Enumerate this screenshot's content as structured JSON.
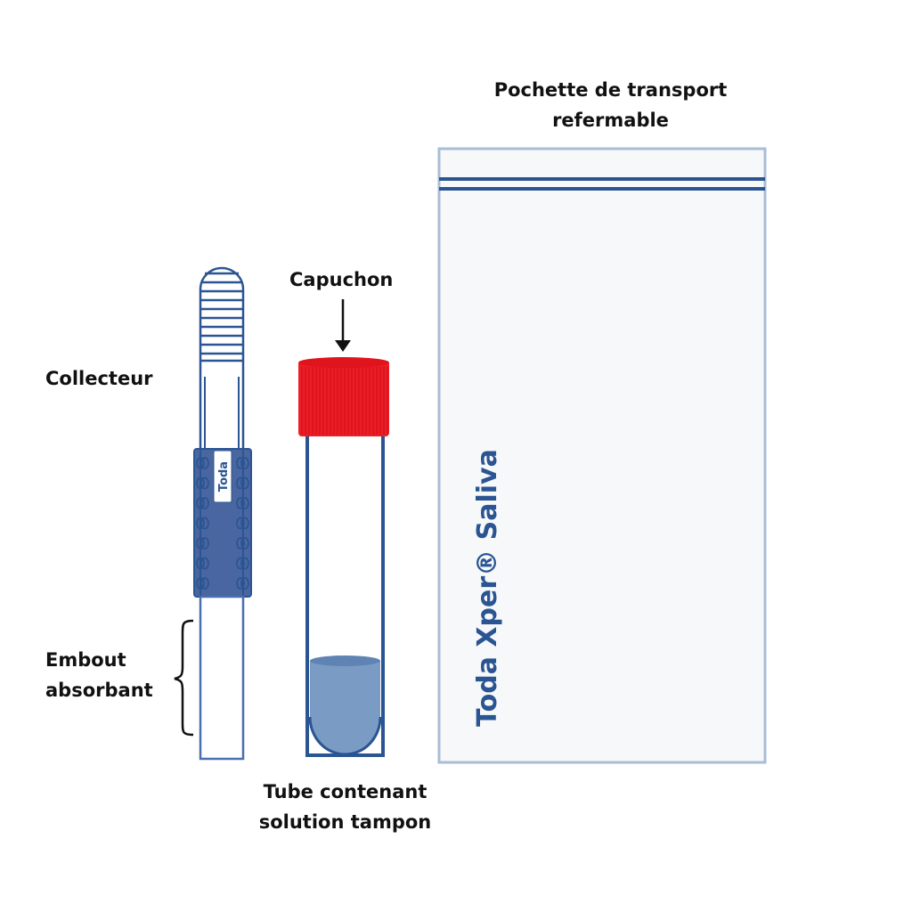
{
  "labels": {
    "pouch_title_line1": "Pochette de transport",
    "pouch_title_line2": "refermable",
    "cap": "Capuchon",
    "collector": "Collecteur",
    "tip_line1": "Embout",
    "tip_line2": "absorbant",
    "tube_line1": "Tube contenant",
    "tube_line2": "solution tampon"
  },
  "collector_brand": "Toda",
  "pouch_brand": "Toda Xper® Saliva",
  "colors": {
    "primary_blue": "#2b5592",
    "band_blue": "#4a66a0",
    "liquid_blue": "#7a9cc4",
    "cap_red": "#ee1c24",
    "pouch_border": "#a9bdd6",
    "pouch_fill": "#f7f8fa",
    "text": "#111111"
  }
}
